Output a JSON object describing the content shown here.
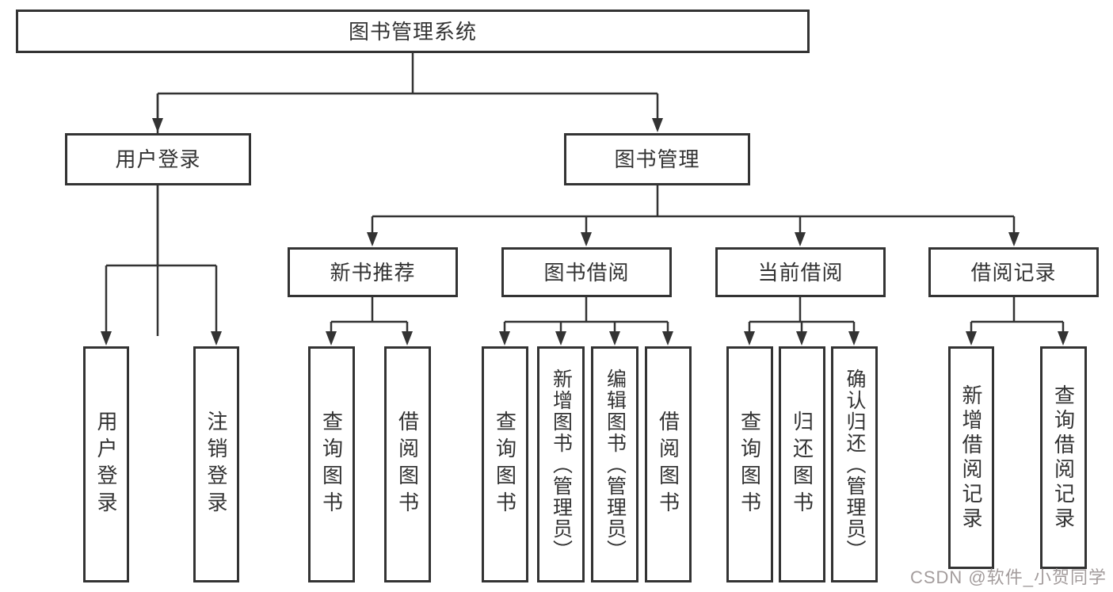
{
  "diagram": {
    "type": "hierarchy",
    "title": "图书管理系统",
    "tree": {
      "label": "图书管理系统",
      "children": [
        {
          "label": "用户登录",
          "children": [
            {
              "label": "用户登录"
            },
            {
              "label": "注销登录"
            }
          ]
        },
        {
          "label": "图书管理",
          "children": [
            {
              "label": "新书推荐",
              "children": [
                {
                  "label": "查询图书"
                },
                {
                  "label": "借阅图书"
                }
              ]
            },
            {
              "label": "图书借阅",
              "children": [
                {
                  "label": "查询图书"
                },
                {
                  "label": "新增图书（管理员）"
                },
                {
                  "label": "编辑图书（管理员）"
                },
                {
                  "label": "借阅图书"
                }
              ]
            },
            {
              "label": "当前借阅",
              "children": [
                {
                  "label": "查询图书"
                },
                {
                  "label": "归还图书"
                },
                {
                  "label": "确认归还（管理员）"
                }
              ]
            },
            {
              "label": "借阅记录",
              "children": [
                {
                  "label": "新增借阅记录"
                },
                {
                  "label": "查询借阅记录"
                }
              ]
            }
          ]
        }
      ]
    },
    "colors": {
      "stroke": "#333333",
      "box_background": "#ffffff",
      "watermark_text": "#a39c9c"
    }
  },
  "watermark": "CSDN @软件_小贺同学"
}
